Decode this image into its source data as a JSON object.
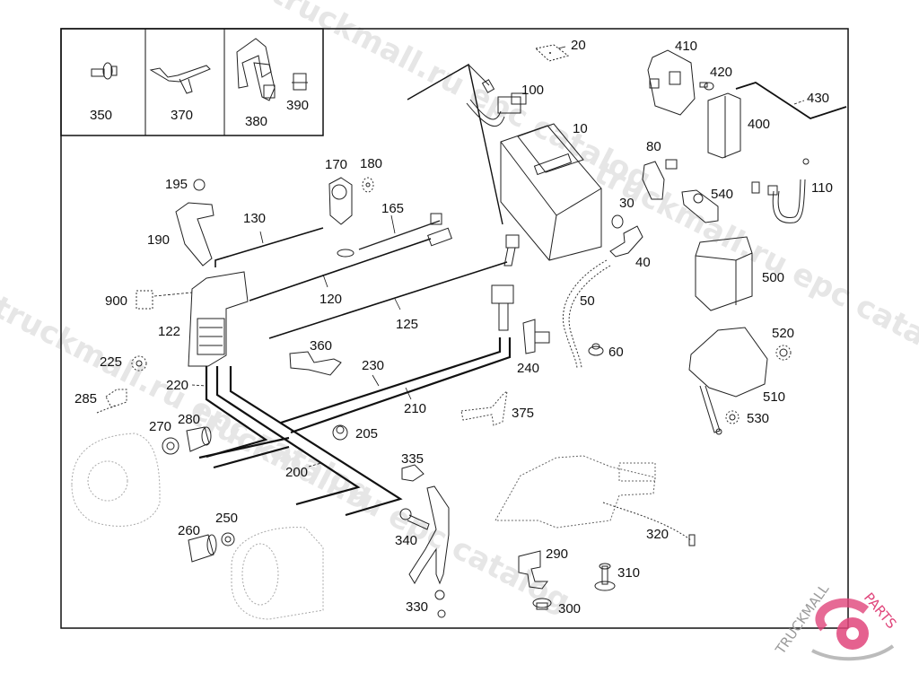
{
  "diagram": {
    "type": "exploded-parts-diagram",
    "subject": "Battery and battery cabling assembly",
    "inset_box": {
      "parts": [
        {
          "number": "350",
          "description": "bolt"
        },
        {
          "number": "370",
          "description": "bracket"
        },
        {
          "number": "380",
          "description": "mounting bracket"
        },
        {
          "number": "390",
          "description": "clip"
        }
      ]
    },
    "callouts": [
      "10",
      "20",
      "30",
      "40",
      "50",
      "60",
      "80",
      "100",
      "110",
      "120",
      "122",
      "125",
      "130",
      "165",
      "170",
      "180",
      "190",
      "195",
      "200",
      "205",
      "210",
      "220",
      "225",
      "230",
      "240",
      "250",
      "260",
      "270",
      "280",
      "285",
      "290",
      "300",
      "310",
      "320",
      "330",
      "335",
      "340",
      "360",
      "375",
      "400",
      "410",
      "420",
      "430",
      "500",
      "510",
      "520",
      "530",
      "540",
      "900"
    ]
  },
  "labels": {
    "l10": "10",
    "l20": "20",
    "l30": "30",
    "l40": "40",
    "l50": "50",
    "l60": "60",
    "l80": "80",
    "l100": "100",
    "l110": "110",
    "l120": "120",
    "l122": "122",
    "l125": "125",
    "l130": "130",
    "l165": "165",
    "l170": "170",
    "l180": "180",
    "l190": "190",
    "l195": "195",
    "l200": "200",
    "l205": "205",
    "l210": "210",
    "l220": "220",
    "l225": "225",
    "l230": "230",
    "l240": "240",
    "l250": "250",
    "l260": "260",
    "l270": "270",
    "l280": "280",
    "l285": "285",
    "l290": "290",
    "l300": "300",
    "l310": "310",
    "l320": "320",
    "l330": "330",
    "l335": "335",
    "l340": "340",
    "l350": "350",
    "l360": "360",
    "l370": "370",
    "l375": "375",
    "l380": "380",
    "l390": "390",
    "l400": "400",
    "l410": "410",
    "l420": "420",
    "l430": "430",
    "l500": "500",
    "l510": "510",
    "l520": "520",
    "l530": "530",
    "l540": "540",
    "l900": "900"
  },
  "watermarks": [
    "truckmall.ru epc catalog",
    "truckmall.ru epc catalog",
    "truckmall.ru epc catalog"
  ],
  "logo": {
    "text_primary": "TRUCKMALL",
    "text_secondary": "PARTS",
    "accent_color": "#e0457b",
    "gray_color": "#9a9a9a"
  }
}
